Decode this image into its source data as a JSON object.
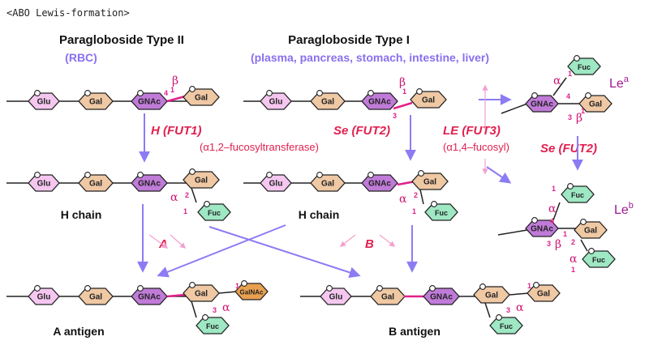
{
  "title": "<ABO Lewis-formation>",
  "headers": {
    "type2": "Paragloboside Type II",
    "type2_source": "(RBC)",
    "type1": "Paragloboside Type I",
    "type1_source": "(plasma, pancreas, stomach, intestine, liver)"
  },
  "sugars": {
    "glu": "Glu",
    "gal": "Gal",
    "gnac": "GNAc",
    "fuc": "Fuc",
    "galnac": "GalNAc"
  },
  "enzymes": {
    "h": "H (FUT1)",
    "h_note": "(α1,2–fucosyltransferase)",
    "se": "Se (FUT2)",
    "le": "LE (FUT3)",
    "le_note": "(α1,4–fucosyl)",
    "se2": "Se (FUT2)"
  },
  "labels": {
    "h_chain": "H chain",
    "a_antigen": "A antigen",
    "b_antigen": "B antigen",
    "a_gene": "A",
    "b_gene": "B",
    "lea": "Le",
    "lea_sup": "a",
    "leb": "Le",
    "leb_sup": "b"
  },
  "linkage": {
    "alpha": "α",
    "beta": "β",
    "n1": "1",
    "n2": "2",
    "n3": "3",
    "n4": "4"
  },
  "colors": {
    "glu": "#f5c7f0",
    "gal": "#efc8a4",
    "gnac": "#c07bd8",
    "fuc": "#9ee8c4",
    "galnac": "#e8a050",
    "arrow": "#8c7cf4",
    "link": "#e0208a"
  }
}
